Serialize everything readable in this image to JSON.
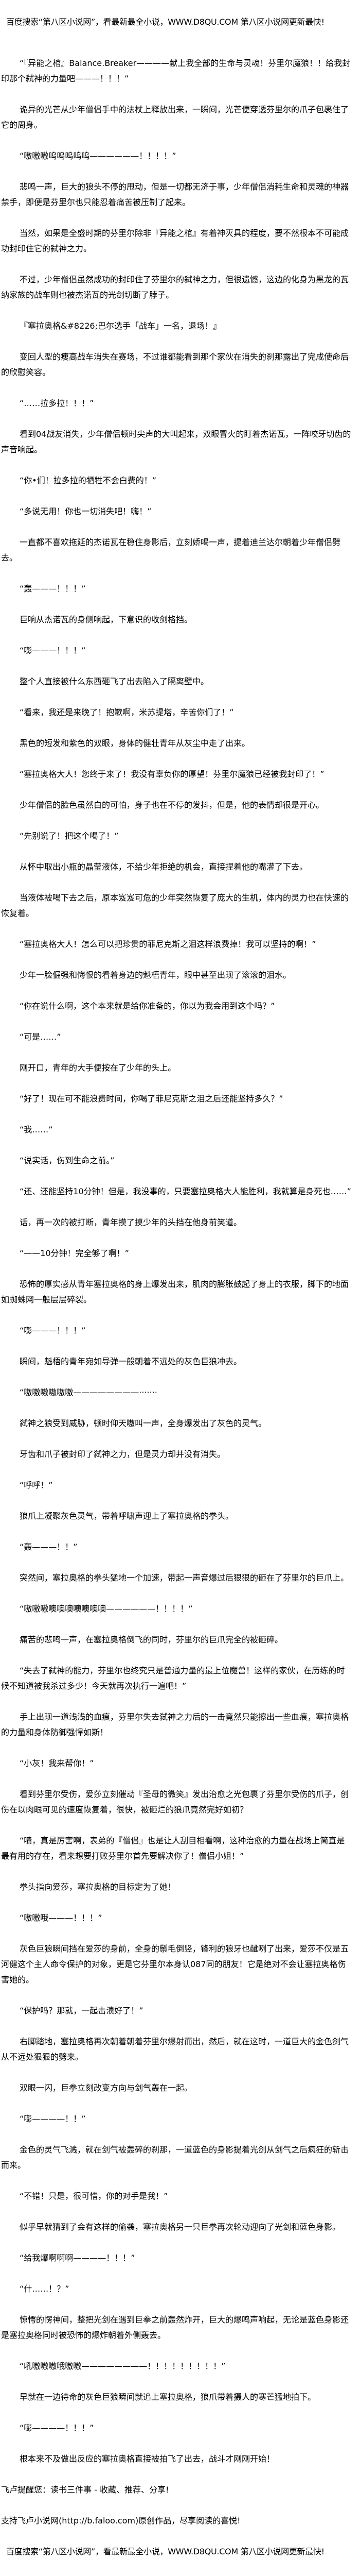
{
  "header": {
    "banner": "百度搜索“第八区小说网”，看最新最全小说，WWW.D8QU.COM  第八区小说网更新最快!"
  },
  "paragraphs": [
    "“『异能之棺』Balance.Breaker————献上我全部的生命与灵魂！芬里尔魔狼！！给我封印那个弑神的力量吧———！！！”",
    "诡异的光芒从少年僧侣手中的法杖上释放出来，一瞬间，光芒便穿透芬里尔的爪子包裹住了它的周身。",
    "“嗷嗷嗷呜呜呜呜呜——————！！！！”",
    "悲鸣一声，巨大的狼头不停的甩动，但是一切都无济于事，少年僧侣消耗生命和灵魂的神器禁手，即便是芬里尔也只能忍着痛苦被压制了起来。",
    "当然，如果是全盛时期的芬里尔除非『异能之棺』有着神灭具的程度，要不然根本不可能成功封印住它的弑神之力。",
    "不过，少年僧侣虽然成功的封印住了芬里尔的弑神之力，但很遗憾，这边的化身为黑龙的瓦纳家族的战车则也被杰诺瓦的光剑切断了脖子。",
    "『塞拉奥格&#8226;巴尔选手「战车」一名，退场！』",
    "变回人型的瘦高战车消失在赛场，不过谁都能看到那个家伙在消失的刹那露出了完成使命后的欣慰笑容。",
    "“……拉多拉！！！”",
    "看到04战友消失，少年僧侣顿时尖声的大叫起来，双眼冒火的盯着杰诺瓦，一阵咬牙切齿的声音响起。",
    "“你•们！拉多拉的牺牲不会白费的！”",
    "“多说无用！你也一切消失吧！嗨！”",
    "一直都不喜欢拖延的杰诺瓦在稳住身影后，立刻娇喝一声，提着迪兰达尔朝着少年僧侣劈去。",
    "“轰———！！！”",
    "巨响从杰诺瓦的身侧响起，下意识的收剑格挡。",
    "“嘭———！！！”",
    "整个人直接被什么东西砸飞了出去陷入了隔离壁中。",
    "“看来，我还是来晚了！抱歉啊，米苏提塔，辛苦你们了！”",
    "黑色的短发和紫色的双眼，身体的健壮青年从灰尘中走了出来。",
    "“塞拉奥格大人！您终于来了！我没有辜负你的厚望！芬里尔魔狼已经被我封印了！”",
    "少年僧侣的脸色虽然白的可怕，身子也在不停的发抖，但是，他的表情却很是开心。",
    "“先别说了！把这个喝了！”",
    "从怀中取出小瓶的晶莹液体，不给少年拒绝的机会，直接捏着他的嘴灌了下去。",
    "当液体被喝下去之后，原本岌岌可危的少年突然恢复了庞大的生机，体内的灵力也在快速的恢复着。",
    "“塞拉奥格大人！怎么可以把珍贵的菲尼克斯之泪这样浪费掉！我可以坚持的啊！”",
    "少年一脸倔强和悔恨的看着身边的魁梧青年，眼中甚至出现了滚滚的泪水。",
    "“你在说什么啊，这个本来就是给你准备的，你以为我会用到这个吗？”",
    "“可是……”",
    "刚开口，青年的大手便按在了少年的头上。",
    "“好了！现在可不能浪费时间，你喝了菲尼克斯之泪之后还能坚持多久？”",
    "“我……”",
    "“说实话，伤到生命之前。”",
    "“还、还能坚持10分钟！但是，我没事的，只要塞拉奥格大人能胜利，我就算是身死也……”",
    "话，再一次的被打断，青年摸了摸少年的头挡在他身前笑道。",
    "“——10分钟！完全够了啊！”",
    "恐怖的厚实感从青年塞拉奥格的身上爆发出来，肌肉的膨胀鼓起了身上的衣服，脚下的地面如蜘蛛网一般层层碎裂。",
    "“嘭———！！！”",
    "瞬间，魁梧的青年宛如导弹一般朝着不远处的灰色巨狼冲去。",
    "“嗷嗷嗷嗷嗷嗷————————·······",
    "弑神之狼受到威胁，顿时仰天嗷叫一声，全身爆发出了灰色的灵气。",
    "牙齿和爪子被封印了弑神之力，但是灵力却并没有消失。",
    "“呼呼！”",
    "狼爪上凝聚灰色灵气，带着呼啸声迎上了塞拉奥格的拳头。",
    "“轰———！！”",
    "突然间，塞拉奥格的拳头猛地一个加速，带起一声音爆过后狠狠的砸在了芬里尔的巨爪上。",
    "“嗷嗷嗷噢噢噢噢噢噢噢——————！！！！”",
    "痛苦的悲鸣一声，在塞拉奥格倒飞的同时，芬里尔的巨爪完全的被砸碎。",
    "“失去了弑神的能力，芬里尔也终究只是普通力量的最上位魔兽！这样的家伙，在历练的时候不知道被我杀过多少！今天就再次执行一遍吧！”",
    "手上出现一道浅浅的血痕，芬里尔失去弑神之力后的一击竟然只能擦出一些血痕，塞拉奥格的力量和身体防御强悍如斯！",
    "“小灰！我来帮你！”",
    "看到芬里尔受伤，爱莎立刻催动『圣母的微笑』发出治愈之光包裹了芬里尔受伤的爪子，创伤在以肉眼可见的速度恢复着，很快，被砸烂的狼爪竟然完好如初？",
    "“啧，真是厉害啊，表弟的『僧侣』也是让人刮目相看啊，这种治愈的力量在战场上简直是最有用的存在，看来想要打败芬里尔首先要解决你了！僧侣小姐！”",
    "拳头指向爱莎，塞拉奥格的目标定为了她！",
    "“嗷嗷哦———！！！”",
    "灰色巨狼瞬间挡在爱莎的身前，全身的鬃毛倒竖，锋利的狼牙也龇咧了出来，爱莎不仅是五河健这个主人命令保护的对象，更是它芬里尔本身认087同的朋友！它是绝对不会让塞拉奥格伤害她的。",
    "“保护吗？那就，一起击溃好了！”",
    "右脚踏地，塞拉奥格再次朝着朝着芬里尔爆射而出，然后，就在这时，一道巨大的金色剑气从不远处狠狠的劈来。",
    "双眼一闪，巨拳立刻改变方向与剑气轰在一起。",
    "“嘭————！！”",
    "金色的灵气飞溅，就在剑气被轰碎的刹那，一道蓝色的身影提着光剑从剑气之后疯狂的斩击而来。",
    "“不错！只是，很可惜，你的对手是我！”",
    "似乎早就猜到了会有这样的偷袭，塞拉奥格另一只巨拳再次轮动迎向了光剑和蓝色身影。",
    "“给我爆啊啊啊————！！！”",
    "“什……！？”",
    "惊愕的愣神间，整把光剑在遇到巨拳之前轰然炸开，巨大的爆鸣声响起，无论是蓝色身影还是塞拉奥格同时被恐怖的爆炸朝着外侧轰去。",
    "“吼嗷嗷嗷哦嗷嗷————————！！！！！！！！！”",
    "早就在一边待命的灰色巨狼瞬间就追上塞拉奥格，狼爪带着摄人的寒芒猛地拍下。",
    "“嘭————！！！”",
    "根本来不及做出反应的塞拉奥格直接被拍飞了出去，战斗才刚刚开始！"
  ],
  "footer": {
    "reminder": "飞卢提醒您：读书三件事 - 收藏、推荐、分享!",
    "support": "支持飞卢小说网(http://b.faloo.com)原创作品，尽享阅读的喜悦!",
    "banner": "百度搜索“第八区小说网”，看最新最全小说，WWW.D8QU.COM  第八区小说网更新最快!"
  }
}
